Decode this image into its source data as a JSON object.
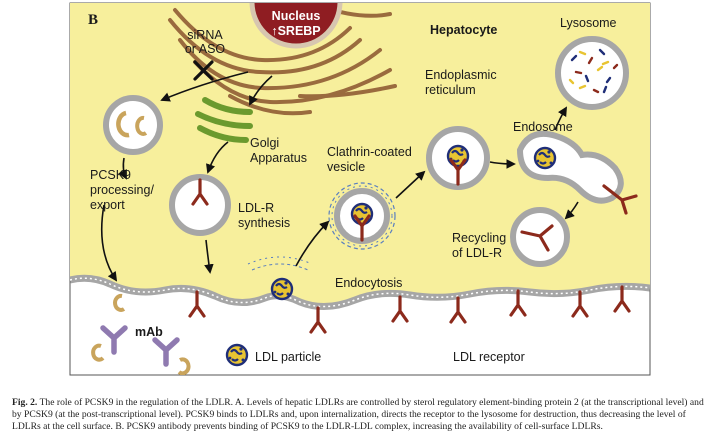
{
  "panel_letter": "B",
  "labels": {
    "nucleus": "Nucleus",
    "srebp": "↑SREBP",
    "sirna_line1": "siRNA",
    "sirna_line2": "or ASO",
    "hepatocyte": "Hepatocyte",
    "er_line1": "Endoplasmic",
    "er_line2": "reticulum",
    "lysosome": "Lysosome",
    "golgi_line1": "Golgi",
    "golgi_line2": "Apparatus",
    "clathrin_line1": "Clathrin-coated",
    "clathrin_line2": "vesicle",
    "endosome": "Endosome",
    "pcsk9_line1": "PCSK9",
    "pcsk9_line2": "processing/",
    "pcsk9_line3": "export",
    "ldlr_syn_line1": "LDL-R",
    "ldlr_syn_line2": "synthesis",
    "recycling_line1": "Recycling",
    "recycling_line2": "of LDL-R",
    "endocytosis": "Endocytosis",
    "mab": "mAb",
    "ldl_particle": "LDL particle",
    "ldl_receptor": "LDL receptor"
  },
  "caption": {
    "fig_label": "Fig. 2.",
    "text": "The role of PCSK9 in the regulation of the LDLR. A. Levels of hepatic LDLRs are controlled by sterol regulatory element-binding protein 2 (at the transcriptional level) and by PCSK9 (at the post-transcriptional level). PCSK9 binds to LDLRs and, upon internalization, directs the receptor to the lysosome for destruction, thus decreasing the level of LDLRs at the cell surface. B. PCSK9 antibody prevents binding of PCSK9 to the LDLR-LDL complex, increasing the availability of cell-surface LDLRs."
  },
  "colors": {
    "cytoplasm": "#f7ef9c",
    "extracellular": "#ffffff",
    "nucleus": "#8f1d22",
    "membrane": "#a6a6a6",
    "receptor": "#8c2a1c",
    "pcsk9": "#c9a45c",
    "antibody": "#8f7ab0",
    "ldl_core": "#e8c432",
    "ldl_shell": "#1f2e78",
    "er": "#9a6b3e",
    "golgi": "#6b9a2e",
    "clathrin": "#5a7fc0"
  }
}
